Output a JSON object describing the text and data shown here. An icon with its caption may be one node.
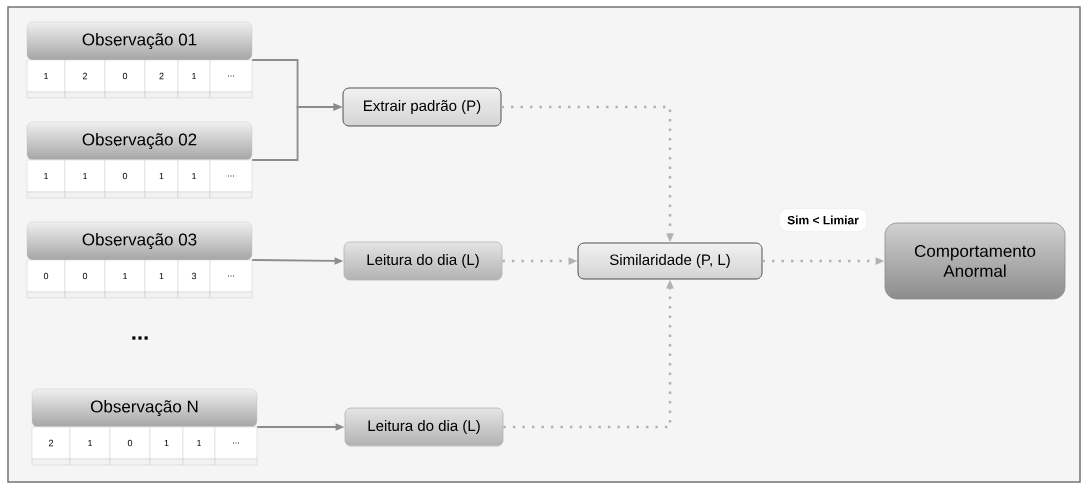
{
  "diagram": {
    "nodes": [
      {
        "text": [
          "Observação 01",
          "1",
          "2",
          "0",
          "2",
          "1",
          "..."
        ]
      },
      {
        "text": [
          "Observação 02",
          "1",
          "1",
          "0",
          "1",
          "1",
          "..."
        ]
      },
      {
        "text": [
          "Observação 03",
          "0",
          "0",
          "1",
          "1",
          "3",
          "..."
        ]
      },
      {
        "text": [
          "Observação N",
          "2",
          "1",
          "0",
          "1",
          "1",
          "..."
        ]
      },
      {
        "text": [
          "Extrair padrão (P)"
        ]
      },
      {
        "text": [
          "Leitura do dia (L)"
        ]
      },
      {
        "text": [
          "Leitura do dia (L)"
        ]
      },
      {
        "text": [
          "Similaridade (P, L)"
        ]
      },
      {
        "text": [
          "Comportamento Anormal"
        ]
      }
    ],
    "edges": [
      {
        "from": 0,
        "to": 4,
        "arrow": "to"
      },
      {
        "from": 1,
        "to": 4,
        "arrow": "to"
      },
      {
        "from": 2,
        "to": 5,
        "arrow": "to"
      },
      {
        "from": 3,
        "to": 6,
        "arrow": "to"
      },
      {
        "from": 4,
        "to": 7,
        "arrow": "to",
        "style": "dashed"
      },
      {
        "from": 5,
        "to": 7,
        "arrow": "to",
        "style": "dashed"
      },
      {
        "from": 6,
        "to": 7,
        "arrow": "to",
        "style": "dashed"
      },
      {
        "from": 7,
        "to": 8,
        "arrow": "to",
        "style": "dashed",
        "label": "Sim < Limiar"
      }
    ],
    "labels": [
      "..."
    ]
  }
}
